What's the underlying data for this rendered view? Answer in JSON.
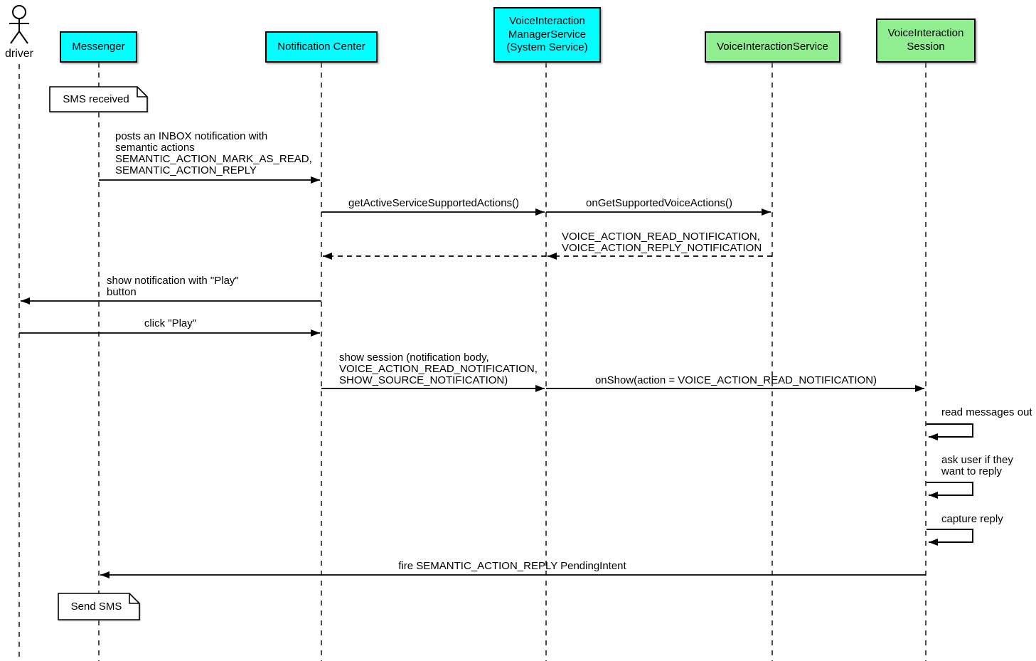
{
  "diagram_type": "uml-sequence",
  "colors": {
    "participant_primary": "#00ffff",
    "participant_secondary": "#90ee90",
    "line": "#000000",
    "note_background": "#ffffff",
    "background": "#ffffff"
  },
  "actor": {
    "name": "driver"
  },
  "participants": [
    {
      "label": "Messenger",
      "color": "#00ffff"
    },
    {
      "label": "Notification Center",
      "color": "#00ffff"
    },
    {
      "label": "VoiceInteraction\nManagerService\n(System Service)",
      "color": "#00ffff"
    },
    {
      "label": "VoiceInteractionService",
      "color": "#90ee90"
    },
    {
      "label": "VoiceInteraction\nSession",
      "color": "#90ee90"
    }
  ],
  "notes": [
    {
      "label": "SMS received",
      "attached_to": "Messenger"
    },
    {
      "label": "Send SMS",
      "attached_to": "Messenger"
    }
  ],
  "messages": [
    {
      "label": "posts an INBOX notification with\nsemantic actions\nSEMANTIC_ACTION_MARK_AS_READ,\nSEMANTIC_ACTION_REPLY",
      "from": "Messenger",
      "to": "Notification Center",
      "style": "solid"
    },
    {
      "label": "getActiveServiceSupportedActions()",
      "from": "Notification Center",
      "to": "VoiceInteraction ManagerService (System Service)",
      "style": "solid"
    },
    {
      "label": "onGetSupportedVoiceActions()",
      "from": "VoiceInteraction ManagerService (System Service)",
      "to": "VoiceInteractionService",
      "style": "solid"
    },
    {
      "label": "VOICE_ACTION_READ_NOTIFICATION,\nVOICE_ACTION_REPLY_NOTIFICATION",
      "from": "VoiceInteractionService",
      "to": "Notification Center",
      "style": "dashed-return"
    },
    {
      "label": "show notification with \"Play\"\nbutton",
      "from": "Notification Center",
      "to": "driver",
      "style": "solid"
    },
    {
      "label": "click \"Play\"",
      "from": "driver",
      "to": "Notification Center",
      "style": "solid"
    },
    {
      "label": "show session (notification body,\nVOICE_ACTION_READ_NOTIFICATION,\nSHOW_SOURCE_NOTIFICATION)",
      "from": "Notification Center",
      "to": "VoiceInteraction ManagerService (System Service)",
      "style": "solid"
    },
    {
      "label": "onShow(action = VOICE_ACTION_READ_NOTIFICATION)",
      "from": "VoiceInteraction ManagerService (System Service)",
      "to": "VoiceInteraction Session",
      "style": "solid"
    },
    {
      "label": "read messages out",
      "from": "VoiceInteraction Session",
      "to": "VoiceInteraction Session",
      "style": "self"
    },
    {
      "label": "ask user if they\nwant to reply",
      "from": "VoiceInteraction Session",
      "to": "VoiceInteraction Session",
      "style": "self"
    },
    {
      "label": "capture reply",
      "from": "VoiceInteraction Session",
      "to": "VoiceInteraction Session",
      "style": "self"
    },
    {
      "label": "fire SEMANTIC_ACTION_REPLY PendingIntent",
      "from": "VoiceInteraction Session",
      "to": "Messenger",
      "style": "solid"
    }
  ]
}
